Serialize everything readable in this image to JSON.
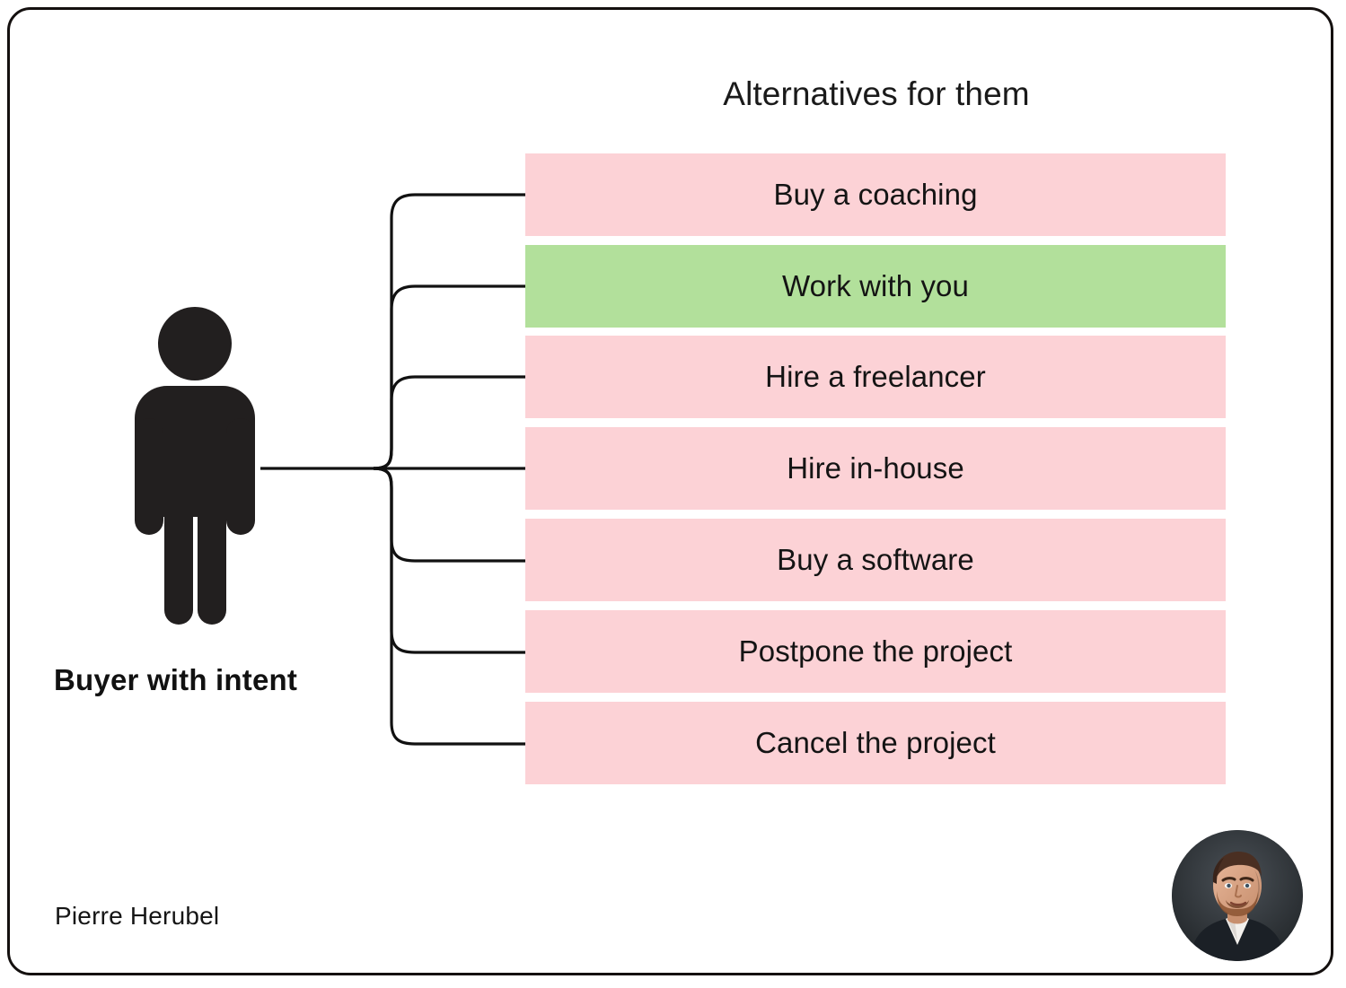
{
  "frame": {
    "border_color": "#14100f",
    "background": "#ffffff"
  },
  "header": {
    "title": "Alternatives for them"
  },
  "persona": {
    "label": "Buyer with intent",
    "icon": "person-icon"
  },
  "footer": {
    "author": "Pierre Herubel",
    "avatar": "author-avatar-photo"
  },
  "colors": {
    "option_default": "#fcd2d6",
    "option_highlight": "#b2e09b",
    "connector": "#111111",
    "text": "#141414",
    "person": "#221f1f"
  },
  "options": [
    {
      "label": "Buy a coaching",
      "state": "alternative",
      "color": "#fcd2d6"
    },
    {
      "label": "Work with you",
      "state": "preferred",
      "color": "#b2e09b"
    },
    {
      "label": "Hire a freelancer",
      "state": "alternative",
      "color": "#fcd2d6"
    },
    {
      "label": "Hire in-house",
      "state": "alternative",
      "color": "#fcd2d6"
    },
    {
      "label": "Buy a software",
      "state": "alternative",
      "color": "#fcd2d6"
    },
    {
      "label": "Postpone the project",
      "state": "alternative",
      "color": "#fcd2d6"
    },
    {
      "label": "Cancel the project",
      "state": "alternative",
      "color": "#fcd2d6"
    }
  ]
}
